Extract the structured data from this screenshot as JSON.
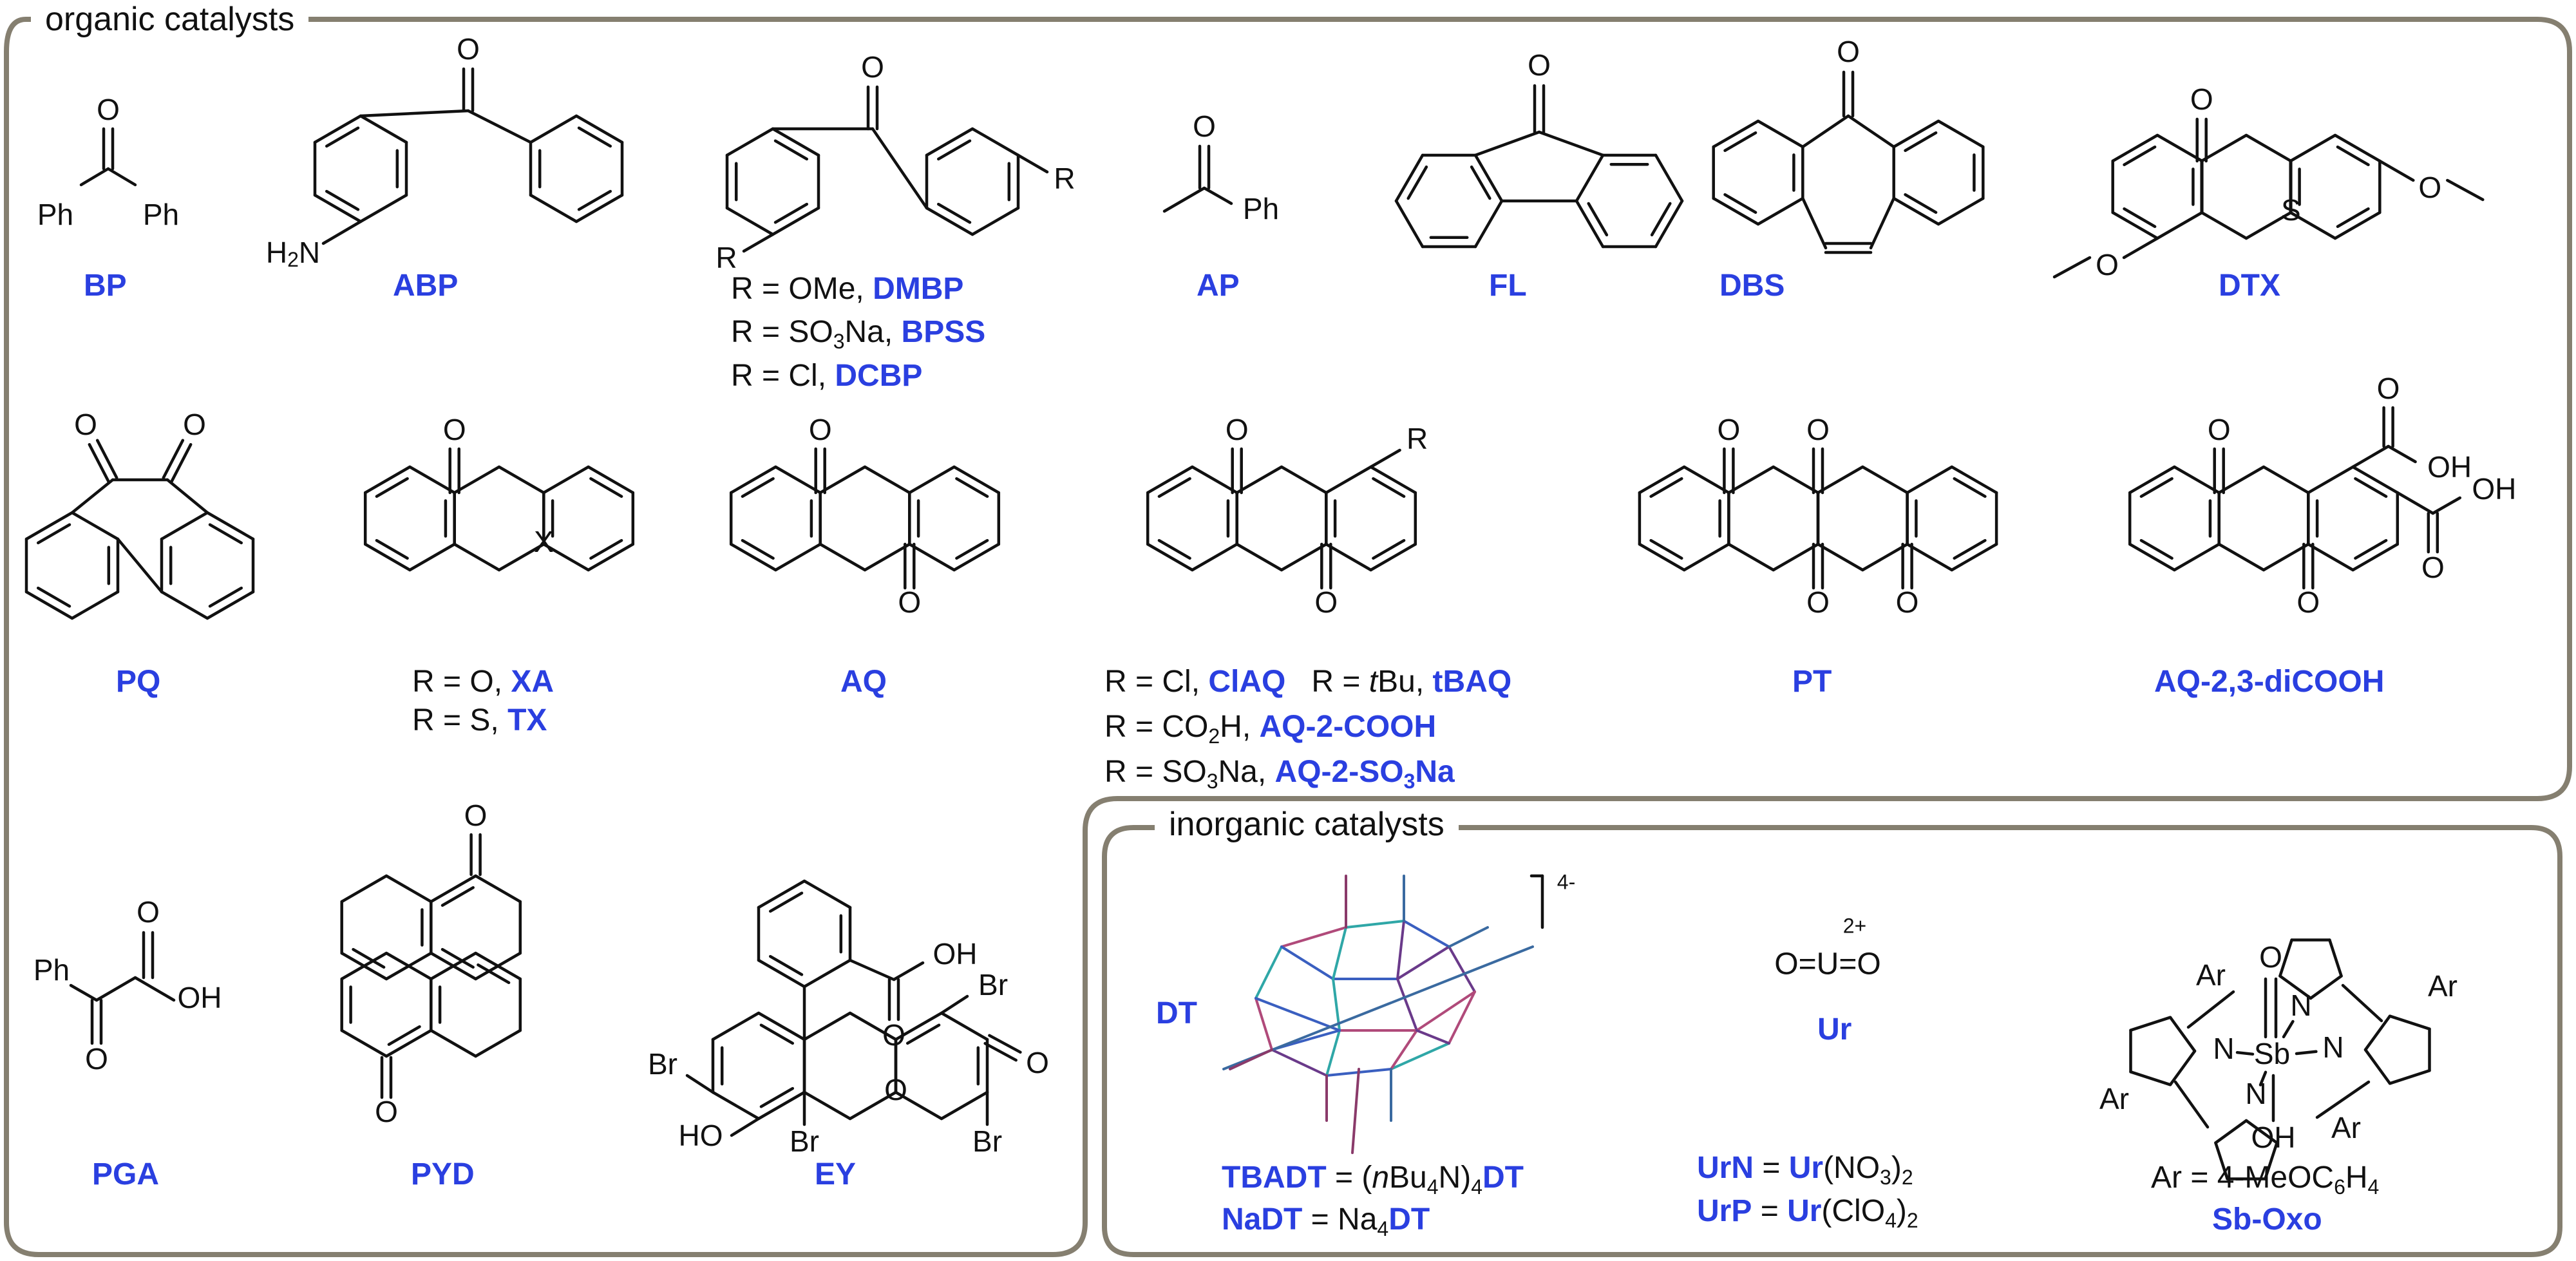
{
  "colors": {
    "label": "#2a3fe0",
    "frame": "#857f70",
    "ink": "#111111"
  },
  "sections": {
    "organic_title": "organic catalysts",
    "inorganic_title": "inorganic catalysts"
  },
  "atoms": {
    "ph": "Ph",
    "o": "O",
    "oh": "OH",
    "s": "S",
    "x": "X",
    "r": "R",
    "br": "Br",
    "ho": "HO",
    "n": "N",
    "sb": "Sb",
    "ar": "Ar",
    "h2n": "H",
    "h2n_sub": "2",
    "h2n_n": "N",
    "ur_formula": "O=U=O",
    "ur_charge": "2+",
    "dt_charge": "4-"
  },
  "labels": {
    "bp": "BP",
    "abp": "ABP",
    "ap": "AP",
    "fl": "FL",
    "dbs": "DBS",
    "dtx": "DTX",
    "pq": "PQ",
    "aq": "AQ",
    "pt": "PT",
    "aq23": "AQ-2,3-diCOOH",
    "pga": "PGA",
    "pyd": "PYD",
    "ey": "EY",
    "dt": "DT",
    "ur": "Ur",
    "sbOxo": "Sb-Oxo"
  },
  "notes": {
    "dmbp_r": "R = OMe, ",
    "dmbp": "DMBP",
    "bpss_r1": "R = SO",
    "bpss_r_sub": "3",
    "bpss_r2": "Na, ",
    "bpss": "BPSS",
    "dcbp_r": "R = Cl, ",
    "dcbp": "DCBP",
    "xa_r": "R = O, ",
    "xa": "XA",
    "tx_r": "R = S, ",
    "tx": "TX",
    "claq_r": "R = Cl, ",
    "claq": "ClAQ",
    "tbaq_r1": "R = ",
    "tbaq_t": "t",
    "tbaq_r2": "Bu, ",
    "tbaq": "tBAQ",
    "aqcooh_r1": "R = CO",
    "aqcooh_sub": "2",
    "aqcooh_r2": "H, ",
    "aqcooh": "AQ-2-COOH",
    "aqso3_r1": "R = SO",
    "aqso3_sub": "3",
    "aqso3_r2": "Na, ",
    "aqso3": "AQ-2-SO",
    "aqso3_sub2": "3",
    "aqso3_end": "Na",
    "tbadt": "TBADT",
    "tbadt_eq1": " = (",
    "tbadt_n": "n",
    "tbadt_eq2": "Bu",
    "tbadt_sub": "4",
    "tbadt_eq3": "N)",
    "tbadt_sub2": "4",
    "tbadt_dt": "DT",
    "nadt": "NaDT",
    "nadt_eq1": "  = Na",
    "nadt_sub": "4",
    "nadt_dt": "DT",
    "urn": "UrN",
    "urn_eq": " = ",
    "urn_ur": "Ur",
    "urn_rest": "(NO",
    "urn_sub": "3",
    "urn_end": ")",
    "urn_sub2": "2",
    "urp": "UrP",
    "urp_eq": " = ",
    "urp_ur": "Ur",
    "urp_rest": "(ClO",
    "urp_sub": "4",
    "urp_end": ")",
    "urp_sub2": "2",
    "ar_def": "Ar = 4-MeOC",
    "ar_sub": "6",
    "ar_h": "H",
    "ar_sub2": "4"
  }
}
